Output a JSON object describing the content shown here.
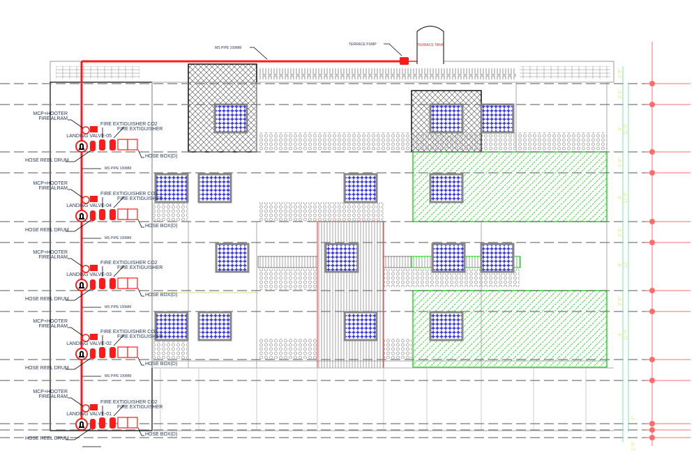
{
  "drawing": {
    "pipe_top_label": "MS PIPE 100MM",
    "terrace_pump": "TERRACE PUMP",
    "terrace_tank": "TERRACE TANK",
    "floors": [
      {
        "valve": "LANDING VALVE-05"
      },
      {
        "valve": "LANDING VALVE-04"
      },
      {
        "valve": "LANDING VALVE-03"
      },
      {
        "valve": "LANDING VALVE-02"
      },
      {
        "valve": "LANDING VALVE-01"
      }
    ],
    "equipment_labels": {
      "hooter": "MCP+HOOTER",
      "alarm": "FIRE ALRAM",
      "ext_co2": "FIRE EXTIGUISHER CO2",
      "ext": "FIRE EXTIGUISHER",
      "hose_drum": "HOSE REEL DRUM",
      "hose_box": "HOSE BOX(D)",
      "pipe": "MS PIPE 100MM"
    },
    "dimensions": [
      "3'-6\"",
      "3'-6\"",
      "11'-6\"",
      "8'",
      "3'-6\"",
      "11'-6\"",
      "8'",
      "3'-6\"",
      "12'",
      "8'",
      "3'-6\"",
      "11'-6\"",
      "8'",
      "6\"",
      "1'-6\""
    ],
    "colors": {
      "fire": "#ff1a1a",
      "window": "#2b2bd9",
      "green_hatch": "#22dd22",
      "level": "#ff6b6b",
      "dim_line": "#7fe0b0"
    }
  }
}
